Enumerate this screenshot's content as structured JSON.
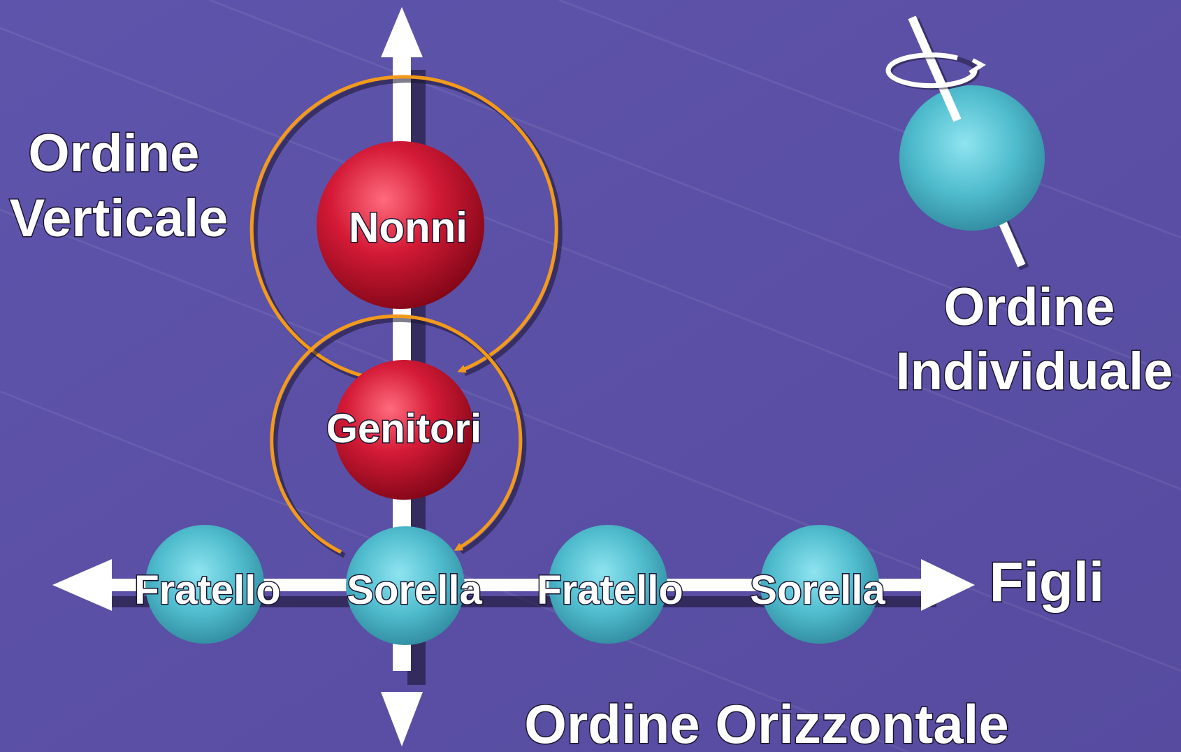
{
  "diagram": {
    "vertical_order": {
      "line1": "Ordine",
      "line2": "Verticale"
    },
    "individual_order": {
      "line1": "Ordine",
      "line2": "Individuale"
    },
    "horizontal_order": "Ordine Orizzontale",
    "children_label": "Figli",
    "nodes": {
      "grandparents": "Nonni",
      "parents": "Genitori",
      "sibling_1": "Fratello",
      "sibling_2": "Sorella",
      "sibling_3": "Fratello",
      "sibling_4": "Sorella"
    }
  },
  "colors": {
    "background": "#5b50a6",
    "red_sphere": "#c8102e",
    "teal_sphere": "#4fbccd",
    "orange_loop": "#f39a1b",
    "arrow": "#ffffff"
  }
}
